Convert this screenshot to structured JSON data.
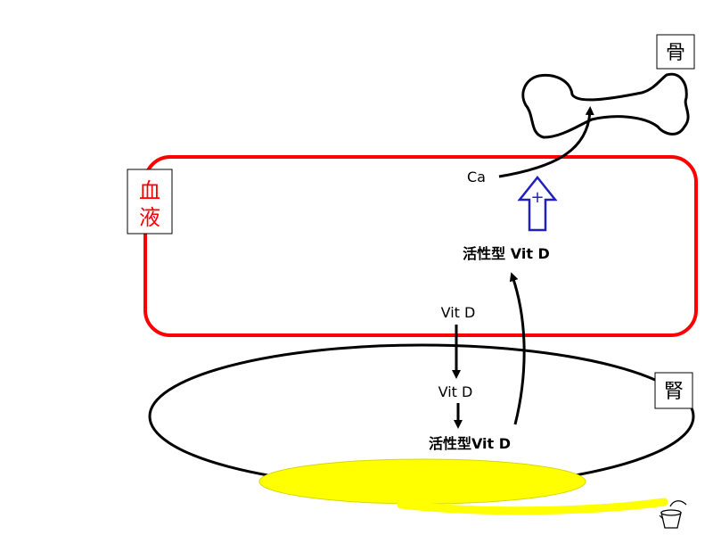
{
  "labels": {
    "bone": "骨",
    "blood_top": "血",
    "blood_bottom": "液",
    "kidney": "腎",
    "calcium": "Ca",
    "active_vitd_blood": "活性型 Vit D",
    "vitd_blood": "Vit D",
    "vitd_kidney": "Vit D",
    "active_vitd_kidney": "活性型Vit D",
    "plus_sign": "+"
  },
  "colors": {
    "blood_border": "#ff0000",
    "urine": "#ffff00",
    "plus_arrow": "#2020c0",
    "ink": "#000000"
  },
  "icons": {
    "bone": "bone-icon",
    "urine_cup": "cup-icon"
  }
}
